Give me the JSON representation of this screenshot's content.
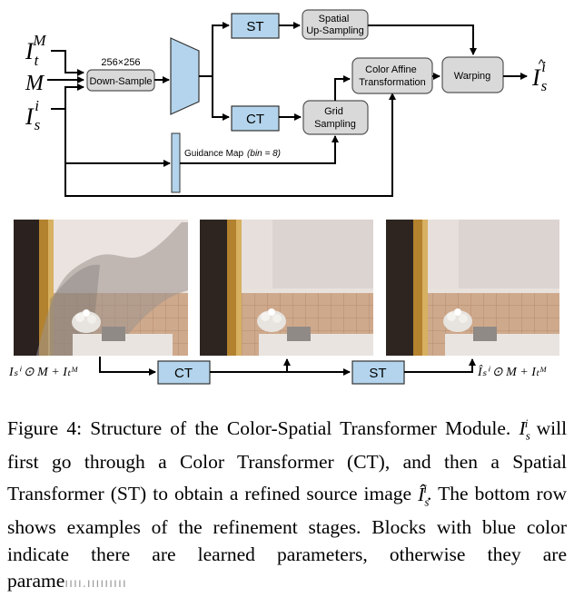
{
  "colors": {
    "learned_block": "#b3d4ec",
    "fixed_block": "#d9d9d9",
    "wall": "#e6dfdb",
    "tile": "#cfa98c",
    "door_frame": "#b3822e"
  },
  "diagram": {
    "inputs": {
      "it_m": "I",
      "it_m_sub": "t",
      "it_m_sup": "M",
      "m": "M",
      "is_i": "I",
      "is_i_sub": "s",
      "is_i_sup": "i"
    },
    "size_label": "256×256",
    "downsample": "Down-Sample",
    "st": "ST",
    "ct": "CT",
    "spatial_upsampling": [
      "Spatial",
      "Up-Sampling"
    ],
    "grid_sampling": [
      "Grid",
      "Sampling"
    ],
    "color_affine": [
      "Color Affine",
      "Transformation"
    ],
    "warping": "Warping",
    "output": {
      "base": "I",
      "sub": "s",
      "sup": "i",
      "hat": "^"
    },
    "guidance_map": "Guidance Map",
    "bin_label": "(bin = 8)"
  },
  "bottom_row": {
    "left_formula": "Iₛⁱ ⊙ M + Iₜᴹ",
    "ct": "CT",
    "st": "ST",
    "right_formula": "Îₛⁱ ⊙ M + Iₜᴹ"
  },
  "caption": {
    "figure_label": "Figure 4:",
    "title": "Structure of the Color-Spatial Transformer Module.",
    "body_1": "will first go through a Color Transformer (CT), and then a Spatial Transformer (ST) to obtain a refined source image",
    "body_2": ". The bottom row shows examples of the refinement stages. Blocks with blue color indicate there are learned parameters, otherwise they are parame",
    "watermark": "ıııı.ııııııııı"
  }
}
